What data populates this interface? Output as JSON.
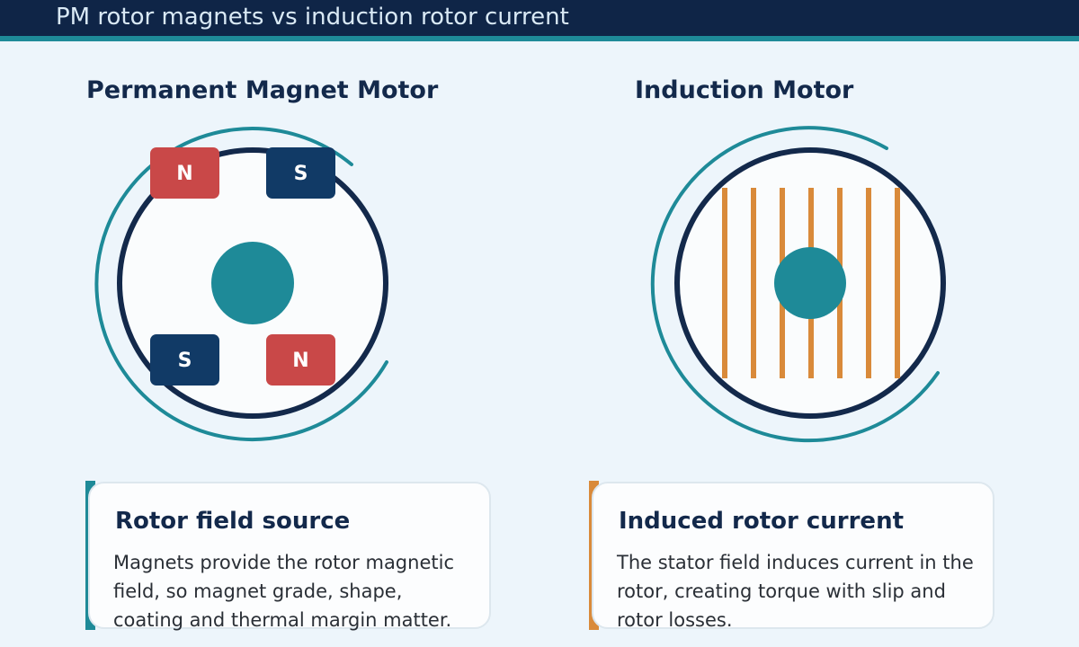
{
  "header": {
    "title": "PM rotor magnets vs induction rotor current"
  },
  "colors": {
    "navy": "#13294b",
    "teal": "#1e8a98",
    "red": "#c94848",
    "orange": "#d98a3a",
    "background": "#edf5fb"
  },
  "panels": [
    {
      "heading": "Permanent Magnet Motor",
      "magnets": [
        {
          "label": "N",
          "polarity": "north",
          "color": "#c94848"
        },
        {
          "label": "S",
          "polarity": "south",
          "color": "#113a66"
        },
        {
          "label": "S",
          "polarity": "south",
          "color": "#113a66"
        },
        {
          "label": "N",
          "polarity": "north",
          "color": "#c94848"
        }
      ],
      "card": {
        "title": "Rotor field source",
        "body": "Magnets provide the rotor magnetic field, so magnet grade, shape, coating and thermal margin matter.",
        "accent": "#1e8a98"
      }
    },
    {
      "heading": "Induction Motor",
      "rotor_bar_count": 7,
      "card": {
        "title": "Induced rotor current",
        "body": "The stator field induces current in the rotor, creating torque with slip and rotor losses.",
        "accent": "#d98a3a"
      }
    }
  ]
}
